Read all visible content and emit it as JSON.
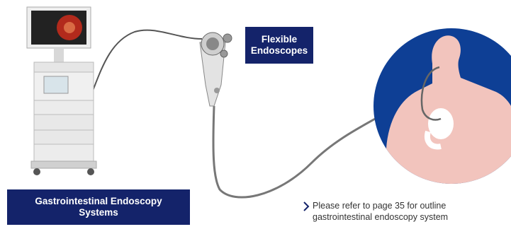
{
  "labels": {
    "endoscope_line1": "Flexible",
    "endoscope_line2": "Endoscopes",
    "system_line1": "Gastrointestinal Endoscopy",
    "system_line2": "Systems"
  },
  "note": {
    "line1": "Please refer to page 35 for outline",
    "line2": "gastrointestinal endoscopy system"
  },
  "colors": {
    "label_bg": "#14236a",
    "circle_bg": "#0e3f95",
    "skin": "#f2c4bd",
    "stomach": "#ffffff",
    "cable": "#555555",
    "chevron": "#14236a"
  },
  "icons": {
    "cart": "endoscopy-cart-icon",
    "scope": "endoscope-handle-icon",
    "patient": "patient-silhouette-icon",
    "note_marker": "chevron-right-icon"
  }
}
